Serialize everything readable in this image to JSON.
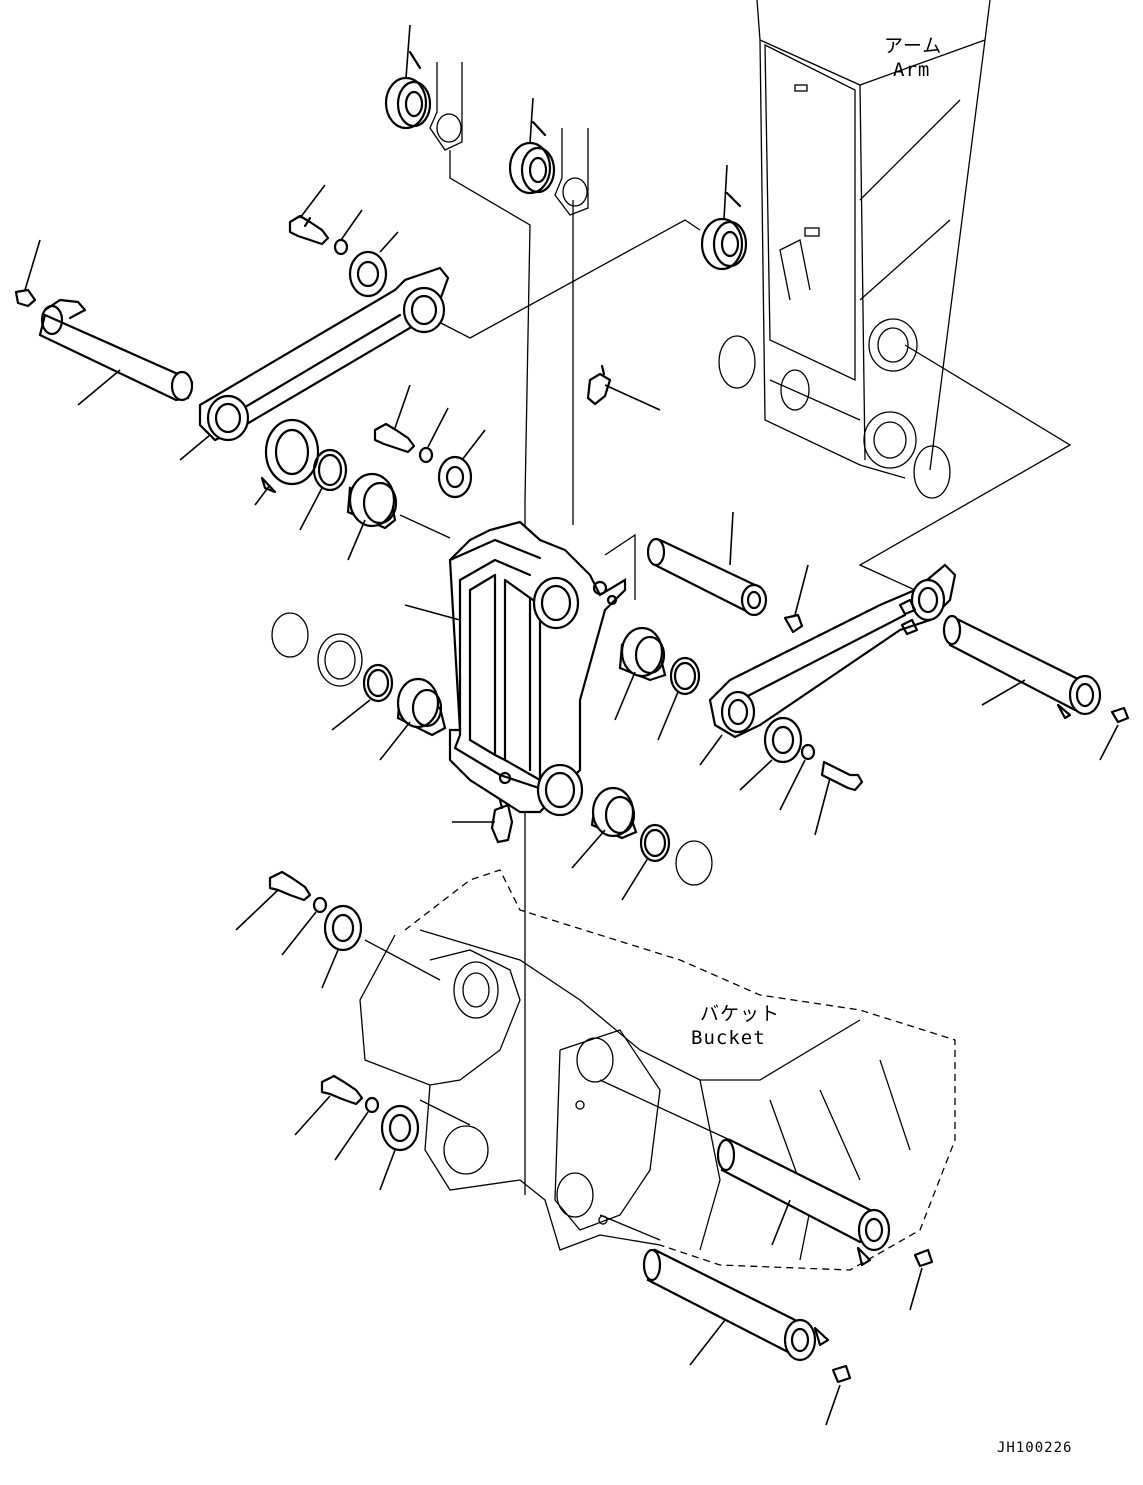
{
  "labels": {
    "arm_jp": "アーム",
    "arm_en": "Arm",
    "bucket_jp": "バケット",
    "bucket_en": "Bucket"
  },
  "drawing_code": "JH100226"
}
